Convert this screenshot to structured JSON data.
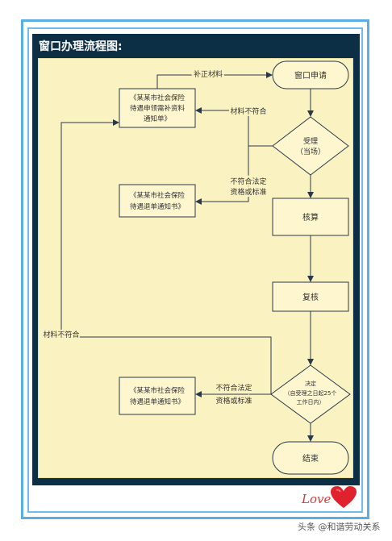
{
  "title": "窗口办理流程图:",
  "nodes": {
    "apply": "窗口申请",
    "accept_line1": "受理",
    "accept_line2": "（当场）",
    "approve": "核算",
    "review": "复核",
    "decide_line1": "决定",
    "decide_line2": "（自受理之日起25个",
    "decide_line3": "工作日内）",
    "end": "结束",
    "notice1_line1": "《某某市社会保险",
    "notice1_line2": "待遇申领需补资料",
    "notice1_line3": "通知单》",
    "notice2_line1": "《某某市社会保险",
    "notice2_line2": "待遇退单通知书》",
    "notice3_line1": "《某某市社会保险",
    "notice3_line2": "待遇退单通知书》"
  },
  "edges": {
    "supplement": "补正材料",
    "material_mismatch_1": "材料不符合",
    "not_legal_1_line1": "不符合法定",
    "not_legal_1_line2": "资格或标准",
    "material_mismatch_2": "材料不符合",
    "not_legal_2_line1": "不符合法定",
    "not_legal_2_line2": "资格或标准"
  },
  "footer": {
    "love_text": "Love",
    "watermark": "头条 @和谐劳动关系"
  },
  "colors": {
    "frame": "#5aaee3",
    "panel": "#0c2f45",
    "flow_bg": "#fbf2c2",
    "node_fill": "#fdf6cf",
    "line": "#2b3a4a"
  }
}
